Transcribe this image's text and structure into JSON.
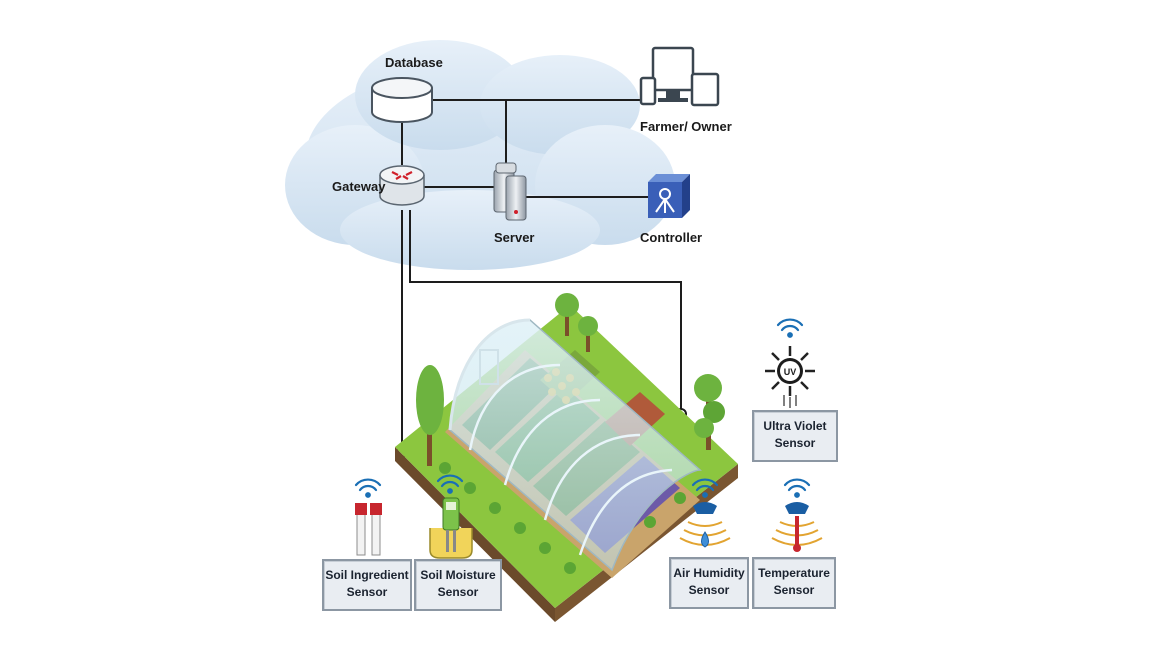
{
  "cloud": {
    "database_label": "Database",
    "gateway_label": "Gateway",
    "server_label": "Server",
    "farmer_label": "Farmer/ Owner",
    "controller_label": "Controller"
  },
  "sensors": {
    "soil_ingredient": {
      "line1": "Soil Ingredient",
      "line2": "Sensor"
    },
    "soil_moisture": {
      "line1": "Soil Moisture",
      "line2": "Sensor"
    },
    "air_humidity": {
      "line1": "Air Humidity",
      "line2": "Sensor"
    },
    "temperature": {
      "line1": "Temperature",
      "line2": "Sensor"
    },
    "ultra_violet": {
      "line1": "Ultra Violet",
      "line2": "Sensor"
    }
  },
  "icons": {
    "uv_text": "UV"
  },
  "colors": {
    "cloud": "#d6e4f2",
    "grass": "#8cc63f",
    "soil": "#c9a46b",
    "wifi": "#1a6fb5",
    "card_bg": "#e9edf2"
  }
}
